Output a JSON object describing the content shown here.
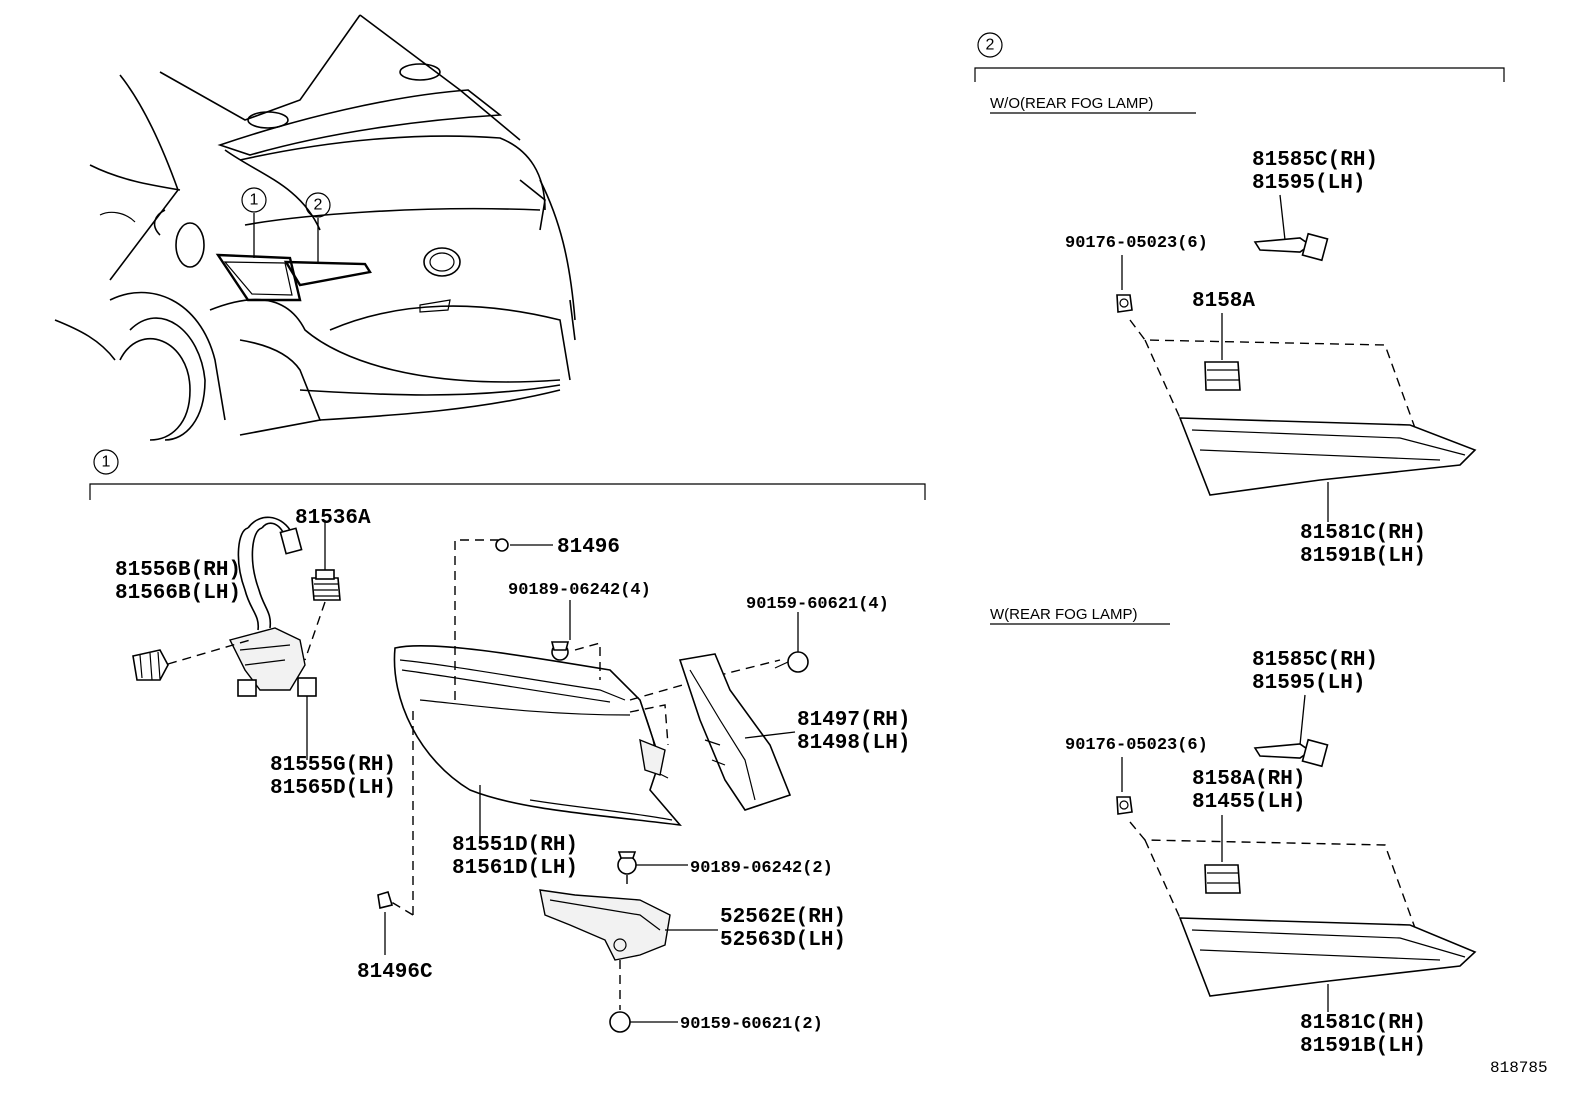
{
  "callouts": {
    "car_1": "1",
    "car_2": "2",
    "section_1": "1",
    "section_2": "2"
  },
  "section2": {
    "wo_header": "W/O(REAR FOG LAMP)",
    "w_header": "W(REAR FOG LAMP)"
  },
  "parts": {
    "p81536A": "81536A",
    "p81556B_rh": "81556B(RH)",
    "p81566B_lh": "81566B(LH)",
    "p81555G_rh": "81555G(RH)",
    "p81565D_lh": "81565D(LH)",
    "p81496": "81496",
    "p90189_4": "90189-06242(4)",
    "p90159_4": "90159-60621(4)",
    "p81497_rh": "81497(RH)",
    "p81498_lh": "81498(LH)",
    "p81551D_rh": "81551D(RH)",
    "p81561D_lh": "81561D(LH)",
    "p90189_2": "90189-06242(2)",
    "p52562E_rh": "52562E(RH)",
    "p52563D_lh": "52563D(LH)",
    "p81496C": "81496C",
    "p90159_2": "90159-60621(2)",
    "wo_81585C_rh": "81585C(RH)",
    "wo_81595_lh": "81595(LH)",
    "wo_90176": "90176-05023(6)",
    "wo_8158A": "8158A",
    "wo_81581C_rh": "81581C(RH)",
    "wo_81591B_lh": "81591B(LH)",
    "w_81585C_rh": "81585C(RH)",
    "w_81595_lh": "81595(LH)",
    "w_90176": "90176-05023(6)",
    "w_8158A_rh": "8158A(RH)",
    "w_81455_lh": "81455(LH)",
    "w_81581C_rh": "81581C(RH)",
    "w_81591B_lh": "81591B(LH)"
  },
  "diagram_ref": "818785"
}
